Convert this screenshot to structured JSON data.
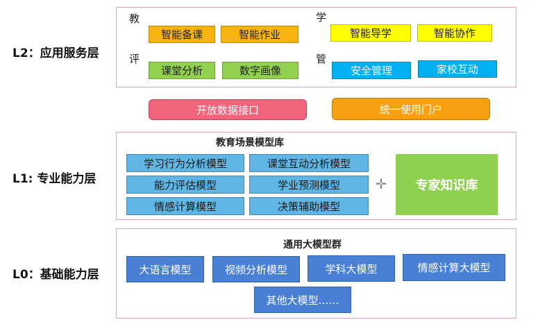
{
  "layers": {
    "l2": {
      "label": "L2：应用服务层",
      "cats": {
        "teach": "教",
        "learn": "学",
        "eval": "评",
        "manage": "管"
      },
      "items": {
        "a": "智能备课",
        "b": "智能作业",
        "c": "智能导学",
        "d": "智能协作",
        "e": "课堂分析",
        "f": "数字画像",
        "g": "安全管理",
        "h": "家校互动"
      }
    },
    "bridge": {
      "left": "开放数据接口",
      "right": "统一使用门户"
    },
    "l1": {
      "label": "L1: 专业能力层",
      "title": "教育场景模型库",
      "models": [
        "学习行为分析模型",
        "课堂互动分析模型",
        "能力评估模型",
        "学业预测模型",
        "情感计算模型",
        "决策辅助模型"
      ],
      "plus": "✛",
      "expert": "专家知识库"
    },
    "l0": {
      "label": "L0：基础能力层",
      "title": "通用大模型群",
      "models": [
        "大语言模型",
        "视频分析模型",
        "学科大模型",
        "情感计算大模型",
        "其他大模型……"
      ]
    }
  },
  "colors": {
    "frame": "#e8a0b4",
    "orange": "#f8b40e",
    "green": "#92d050",
    "yellow": "#ffff00",
    "cyan": "#00b0f0",
    "red": "#f0647c",
    "amber": "#f8a012",
    "model": "#5fb6e4",
    "llm": "#4a7fd6",
    "expert": "#8ed04f"
  }
}
